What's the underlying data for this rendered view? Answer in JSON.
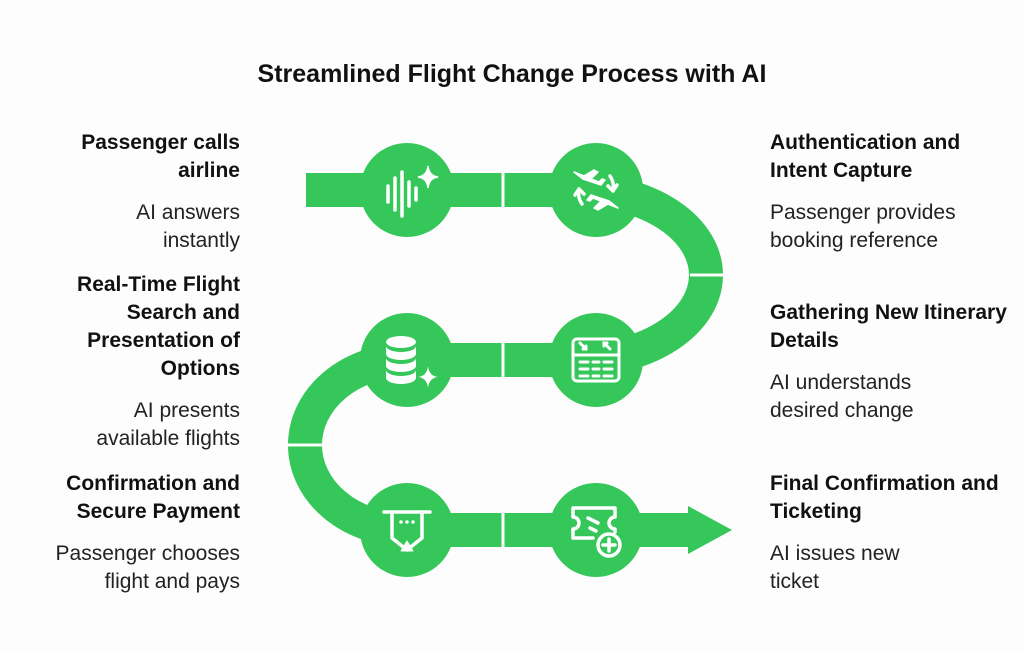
{
  "title": "Streamlined Flight Change Process with AI",
  "colors": {
    "accent": "#35c75a",
    "icon": "#ffffff",
    "text": "#111111"
  },
  "steps": [
    {
      "title": "Passenger calls airline",
      "description": "AI answers instantly",
      "icon": "voice-sparkle-icon"
    },
    {
      "title": "Authentication and Intent Capture",
      "description": "Passenger provides booking reference",
      "icon": "flight-exchange-icon"
    },
    {
      "title": "Gathering New Itinerary Details",
      "description": "AI understands desired change",
      "icon": "schedule-board-icon"
    },
    {
      "title": "Real-Time Flight Search and Presentation of Options",
      "description": "AI presents available flights",
      "icon": "database-sparkle-icon"
    },
    {
      "title": "Confirmation and Secure Payment",
      "description": "Passenger chooses flight and pays",
      "icon": "payment-terminal-icon"
    },
    {
      "title": "Final Confirmation and Ticketing",
      "description": "AI issues new ticket",
      "icon": "ticket-add-icon"
    }
  ]
}
